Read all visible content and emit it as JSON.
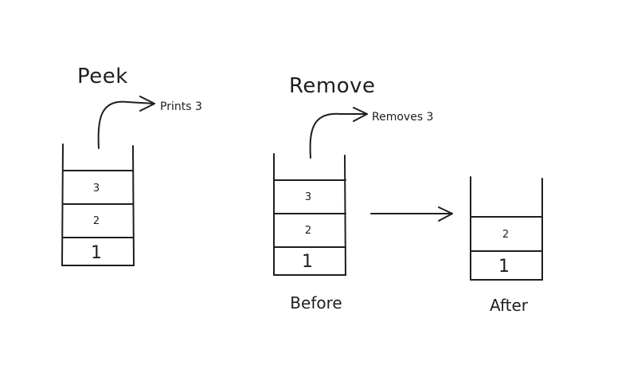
{
  "peek": {
    "title": "Peek",
    "annotation": "Prints 3",
    "stack": [
      "3",
      "2",
      "1"
    ]
  },
  "remove": {
    "title": "Remove",
    "annotation": "Removes 3",
    "before": {
      "caption": "Before",
      "stack": [
        "3",
        "2",
        "1"
      ]
    },
    "after": {
      "caption": "After",
      "stack": [
        "2",
        "1"
      ]
    }
  },
  "colors": {
    "ink": "#1e1e1e",
    "background": "#ffffff"
  }
}
